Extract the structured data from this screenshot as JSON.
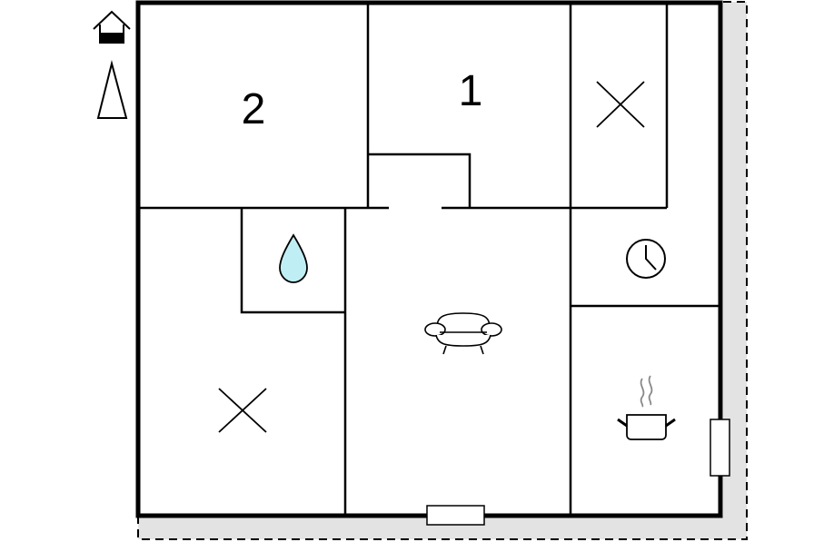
{
  "floorplan": {
    "rooms": [
      {
        "id": "bedroom-2",
        "label": "2"
      },
      {
        "id": "bedroom-1",
        "label": "1"
      }
    ],
    "icons": {
      "house": "house-level-icon",
      "north": "north-arrow-icon",
      "bed_marker": "cross-marker-icon",
      "bathroom": "water-drop-icon",
      "living": "sofa-icon",
      "utility": "clock-icon",
      "kitchen": "cooking-pot-icon"
    },
    "colors": {
      "wall": "#000000",
      "terrace": "#e3e3e3",
      "water": "#bfeff5"
    }
  }
}
